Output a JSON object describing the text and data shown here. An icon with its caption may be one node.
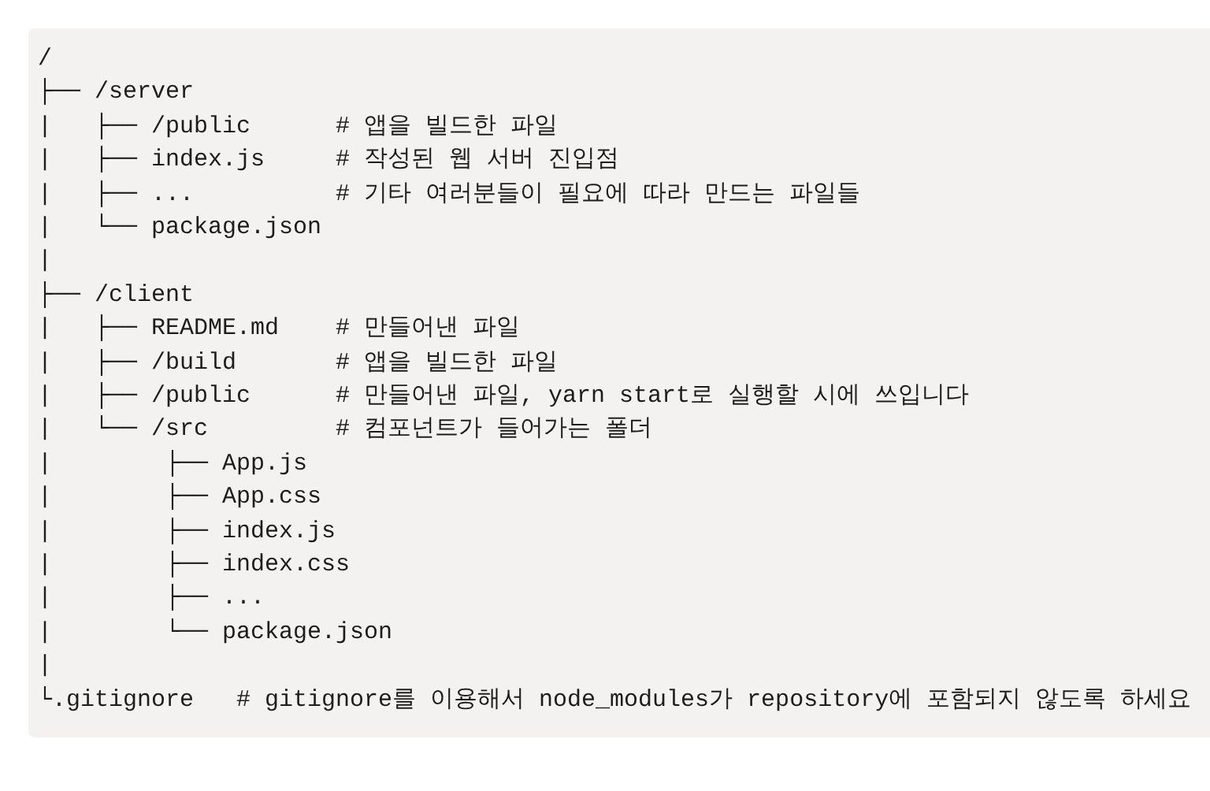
{
  "diagram": {
    "labels": [
      "/",
      "├── /server",
      "|   ├── /public      # 앱을 빌드한 파일",
      "|   ├── index.js     # 작성된 웹 서버 진입점",
      "|   ├── ...          # 기타 여러분들이 필요에 따라 만드는 파일들",
      "|   └── package.json",
      "|",
      "├── /client",
      "|   ├── README.md    # 만들어낸 파일",
      "|   ├── /build       # 앱을 빌드한 파일",
      "|   ├── /public      # 만들어낸 파일, yarn start로 실행할 시에 쓰입니다",
      "|   └── /src         # 컴포넌트가 들어가는 폴더",
      "|        ├── App.js",
      "|        ├── App.css",
      "|        ├── index.js",
      "|        ├── index.css",
      "|        ├── ...",
      "|        └── package.json",
      "|",
      "└.gitignore   # gitignore를 이용해서 node_modules가 repository에 포함되지 않도록 하세요"
    ]
  }
}
